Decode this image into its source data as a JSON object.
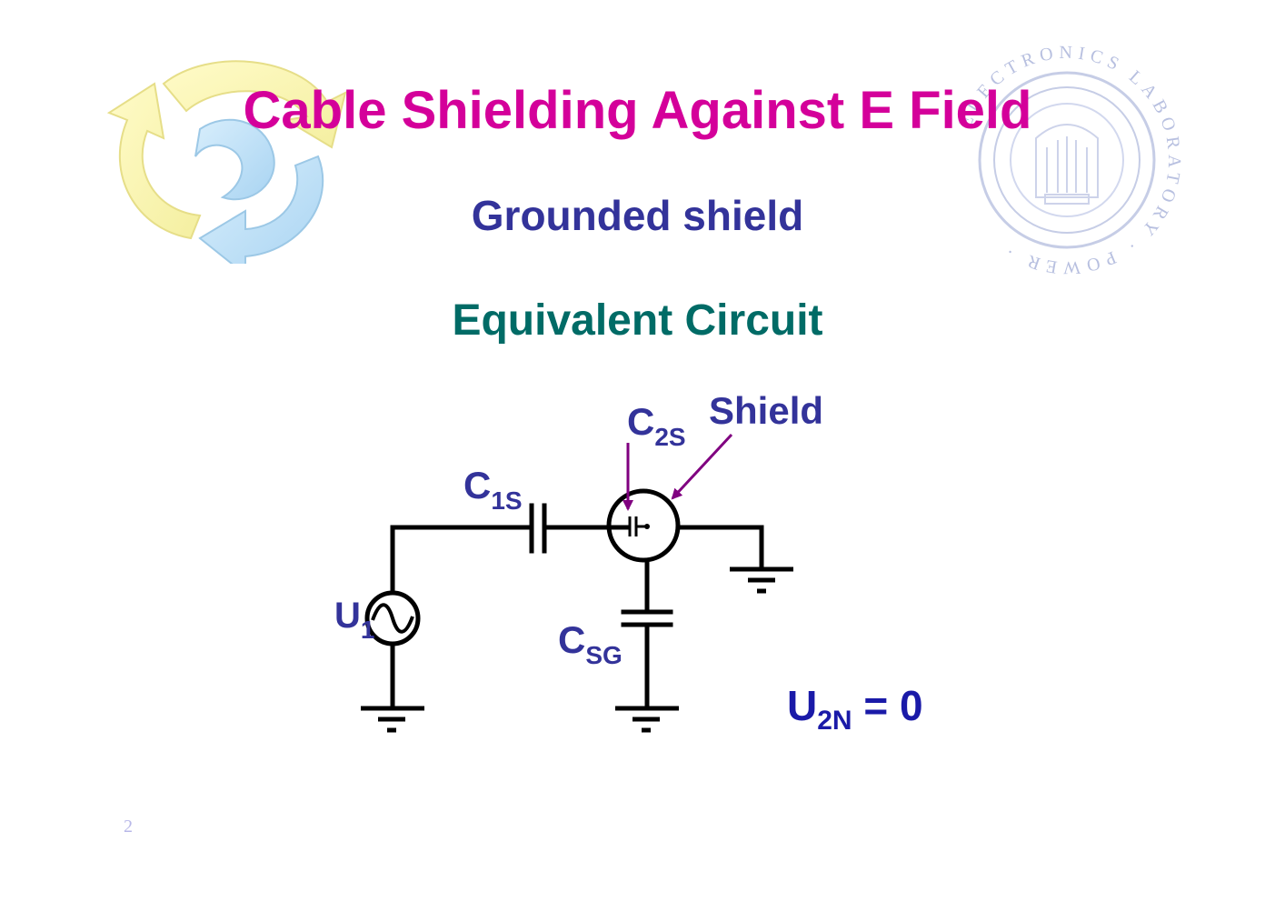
{
  "slide": {
    "title": "Cable Shielding Against E Field",
    "subtitle": "Grounded shield",
    "section": "Equivalent Circuit",
    "page_number": "2"
  },
  "circuit": {
    "label_c1s_main": "C",
    "label_c1s_sub": "1S",
    "label_c2s_main": "C",
    "label_c2s_sub": "2S",
    "label_shield": "Shield",
    "label_u1_main": "U",
    "label_u1_sub": "1",
    "label_csg_main": "C",
    "label_csg_sub": "SG",
    "equation_main": "U",
    "equation_sub": "2N",
    "equation_rest": " = 0"
  },
  "seal": {
    "ring_text": "ELECTRONICS LABORATORY · POWER ·"
  },
  "colors": {
    "title": "#d4009a",
    "subtitle": "#33339a",
    "section": "#006b66",
    "labels": "#33339a",
    "equation": "#1a1aa8",
    "arrows": "#800080",
    "wires": "#000000"
  }
}
